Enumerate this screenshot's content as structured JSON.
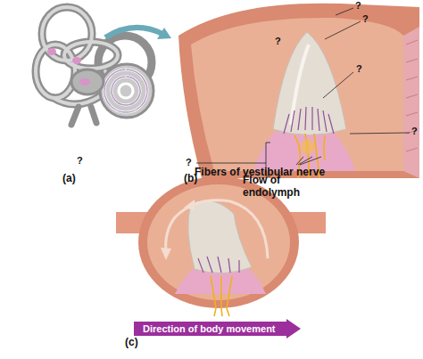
{
  "diagram": {
    "nodes": [
      {
        "text": [
          "Direction of body movement"
        ]
      }
    ],
    "labels": [
      "?",
      "?",
      "?",
      "?",
      "?",
      "?",
      "?",
      "Fibers of vestibular nerve",
      "(a)",
      "(b)",
      "(c)",
      "Flow of endolymph"
    ]
  }
}
